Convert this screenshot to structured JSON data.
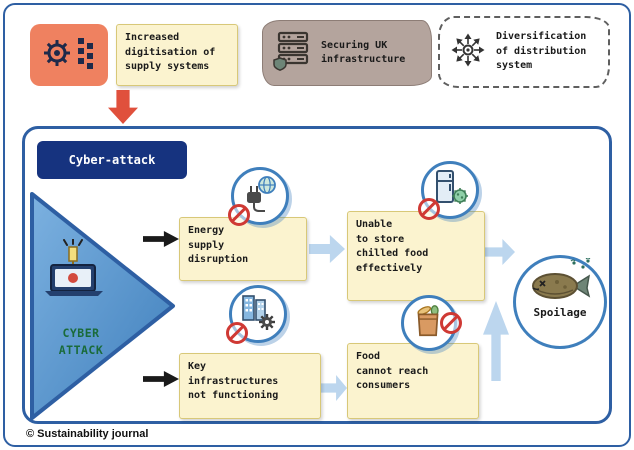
{
  "colors": {
    "panel_border": "#2e5fa3",
    "yellow_bg": "#fbf3cf",
    "yellow_border": "#d8c878",
    "label_bg": "#16337f",
    "taupe_bg": "#b4a49d",
    "salmon": "#ef8160",
    "arrow_blue": "#bcd6ee",
    "red_arrow": "#e0503c",
    "attack_green": "#1a6b3a",
    "badge_ring": "#3f7fbc"
  },
  "top_row": {
    "digitisation": "Increased\ndigitisation of\nsupply systems",
    "securing": "Securing UK\ninfrastructure",
    "diversification": "Diversification\nof distribution\nsystem"
  },
  "panel": {
    "label": "Cyber-attack",
    "attack": "CYBER\nATTACK",
    "energy": "Energy\nsupply\ndisruption",
    "chilled": "Unable\nto store\nchilled food\neffectively",
    "key_infra": "Key\ninfrastructures\nnot functioning",
    "food": "Food\ncannot reach\nconsumers",
    "spoilage": "Spoilage"
  },
  "footer": "© Sustainability journal",
  "icons": {
    "gear-digital-icon": "gear with binary squares",
    "server-icon": "server rack with shield",
    "distribution-network-icon": "hub with radiating arrows",
    "laptop-malware-icon": "laptop infected by syringe",
    "plug-globe-icon": "power plug and globe",
    "fridge-virus-icon": "fridge with virus",
    "buildings-gear-icon": "buildings with gear",
    "grocery-bag-icon": "grocery bag",
    "rotten-fish-icon": "rotten fish with flies",
    "prohibition-icon": "red no-entry sign"
  }
}
